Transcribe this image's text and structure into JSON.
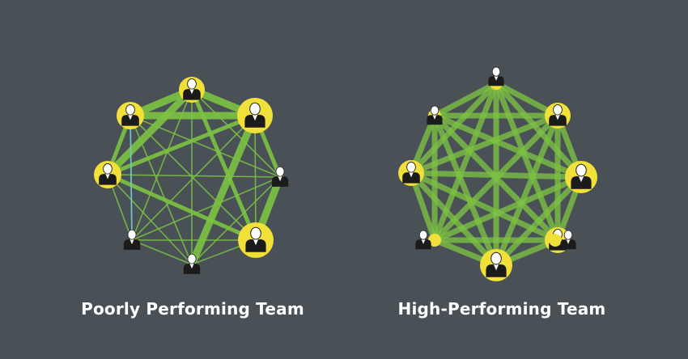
{
  "captions": {
    "left": "Poorly Performing Team",
    "right": "High-Performing Team"
  },
  "colors": {
    "background": "#495157",
    "edge": "#7cc242",
    "edge_dark": "#5a9a2e",
    "outlier_edge": "#6fc7c9",
    "node_highlight": "#f2e03a",
    "person_body": "#1b1b1b",
    "person_head": "#ffffff",
    "caption_text": "#ffffff"
  },
  "icons": {
    "member": "person-icon"
  },
  "networks": {
    "poorly_performing": {
      "members": 8,
      "highlighted_members": [
        0,
        1,
        2,
        3,
        5
      ],
      "ties": [
        {
          "a": 0,
          "b": 1,
          "strength": 3
        },
        {
          "a": 1,
          "b": 2,
          "strength": 3
        },
        {
          "a": 2,
          "b": 3,
          "strength": 2
        },
        {
          "a": 3,
          "b": 4,
          "strength": 1
        },
        {
          "a": 4,
          "b": 5,
          "strength": 1
        },
        {
          "a": 5,
          "b": 6,
          "strength": 3
        },
        {
          "a": 6,
          "b": 7,
          "strength": 1
        },
        {
          "a": 7,
          "b": 0,
          "strength": 1
        },
        {
          "a": 0,
          "b": 2,
          "strength": 3
        },
        {
          "a": 2,
          "b": 4,
          "strength": 3
        },
        {
          "a": 1,
          "b": 3,
          "strength": 3
        },
        {
          "a": 1,
          "b": 5,
          "strength": 2
        },
        {
          "a": 3,
          "b": 5,
          "strength": 2
        },
        {
          "a": 0,
          "b": 3,
          "strength": 2
        },
        {
          "a": 2,
          "b": 6,
          "strength": 2
        },
        {
          "a": 0,
          "b": 4,
          "strength": 1
        },
        {
          "a": 0,
          "b": 5,
          "strength": 1
        },
        {
          "a": 0,
          "b": 6,
          "strength": 1
        },
        {
          "a": 1,
          "b": 4,
          "strength": 1
        },
        {
          "a": 1,
          "b": 6,
          "strength": 1
        },
        {
          "a": 1,
          "b": 7,
          "strength": 1
        },
        {
          "a": 2,
          "b": 5,
          "strength": 1
        },
        {
          "a": 2,
          "b": 7,
          "strength": 1
        },
        {
          "a": 3,
          "b": 6,
          "strength": 1
        },
        {
          "a": 3,
          "b": 7,
          "strength": 1
        },
        {
          "a": 4,
          "b": 6,
          "strength": 1
        },
        {
          "a": 4,
          "b": 7,
          "strength": 1
        },
        {
          "a": 5,
          "b": 7,
          "strength": 1
        }
      ],
      "outlier_ties": [
        {
          "a": 0,
          "b": 7
        }
      ]
    },
    "high_performing": {
      "members": 8,
      "all_ties_equal": true,
      "tie_strength": 2,
      "node_roles": [
        "dot",
        "ring",
        "big",
        "ring",
        "big",
        "dot",
        "ring",
        "dot"
      ]
    }
  }
}
